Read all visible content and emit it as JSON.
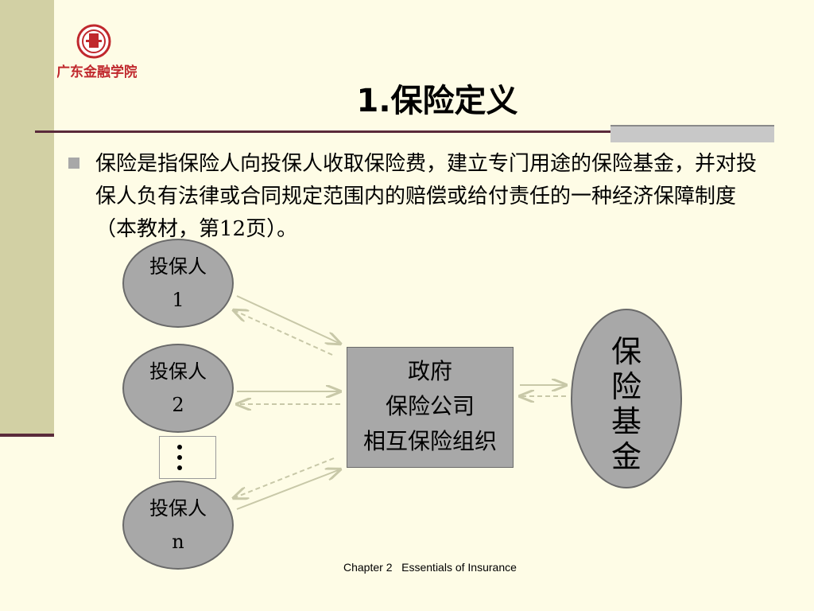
{
  "slide": {
    "logo_text": "广东金融学院",
    "title": "1.保险定义",
    "bullet": "保险是指保险人向投保人收取保险费，建立专门用途的保险基金，并对投保人负有法律或合同规定范围内的赔偿或给付责任的一种经济保障制度（本教材，第12页）。",
    "policyholders": [
      {
        "label": "投保人",
        "sub": "1"
      },
      {
        "label": "投保人",
        "sub": "2"
      },
      {
        "label": "投保人",
        "sub": "n"
      }
    ],
    "insurer": [
      "政府",
      "保险公司",
      "相互保险组织"
    ],
    "fund": [
      "保",
      "险",
      "基",
      "金"
    ],
    "footer": "Chapter 2   Essentials of Insurance"
  },
  "colors": {
    "background": "#fefce6",
    "sidebar": "#d2d0a4",
    "accent_line": "#5a2a3a",
    "shape_fill": "#a8a8a8"
  }
}
